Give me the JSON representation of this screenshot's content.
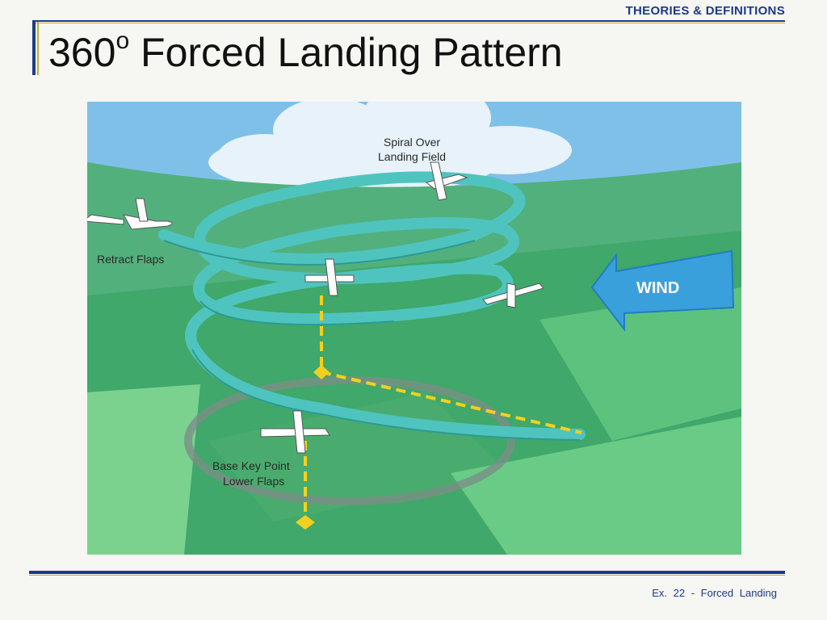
{
  "header": {
    "section": "THEORIES & DEFINITIONS"
  },
  "title": {
    "text": "360",
    "sup": "o",
    "rest": "Forced Landing Pattern"
  },
  "figure": {
    "labels": {
      "spiral_line1": "Spiral Over",
      "spiral_line2": "Landing Field",
      "retract": "Retract Flaps",
      "base_line1": "Base Key Point",
      "base_line2": "Lower Flaps",
      "wind": "WIND"
    }
  },
  "footer": {
    "text": "Ex.  22  -  Forced  Landing"
  },
  "colors": {
    "brand_blue": "#1c3a8c",
    "accent_gold": "#c9a53a",
    "ribbon": "#4fc4bf",
    "ground": "#3fa86a"
  }
}
